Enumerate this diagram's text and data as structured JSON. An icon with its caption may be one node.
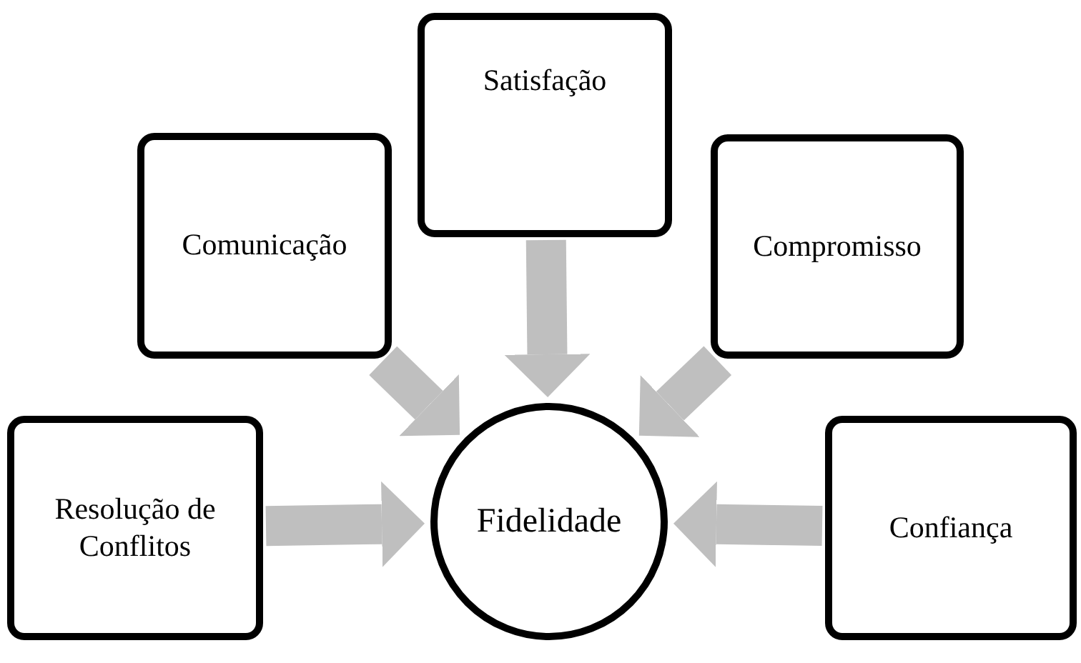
{
  "diagram": {
    "nodes": [
      {
        "text": [
          "Comunicação"
        ]
      },
      {
        "text": [
          "Satisfação"
        ]
      },
      {
        "text": [
          "Compromisso"
        ]
      },
      {
        "text": [
          "Resolução de Conflitos"
        ]
      },
      {
        "text": [
          "Fidelidade"
        ]
      },
      {
        "text": [
          "Confiança"
        ]
      }
    ],
    "edges": [
      {
        "from": 0,
        "to": 4,
        "arrow": "to"
      },
      {
        "from": 1,
        "to": 4,
        "arrow": "to"
      },
      {
        "from": 2,
        "to": 4,
        "arrow": "to"
      },
      {
        "from": 3,
        "to": 4,
        "arrow": "to"
      },
      {
        "from": 5,
        "to": 4,
        "arrow": "to"
      }
    ]
  }
}
